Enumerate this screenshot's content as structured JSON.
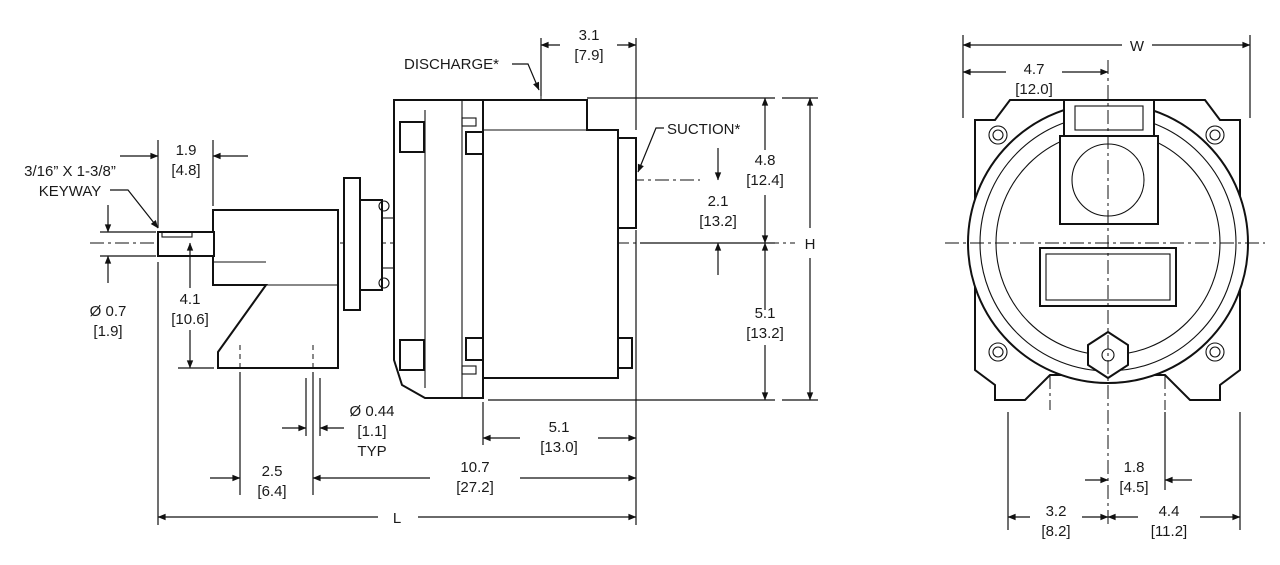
{
  "side_view": {
    "callouts": {
      "discharge": "DISCHARGE*",
      "suction": "SUCTION*",
      "keyway_line1": "3/16” X 1-3/8”",
      "keyway_line2": "KEYWAY"
    },
    "dims": {
      "d_top_width": [
        "3.1",
        "[7.9]"
      ],
      "d_shaft_len": [
        "1.9",
        "[4.8]"
      ],
      "d_upper_h": [
        "4.8",
        "[12.4]"
      ],
      "d_suction_off": [
        "2.1",
        "[13.2]"
      ],
      "d_lower_h": [
        "5.1",
        "[13.2]"
      ],
      "d_shaft_dia": [
        "Ø 0.7",
        "[1.9]"
      ],
      "d_foot_h": [
        "4.1",
        "[10.6]"
      ],
      "d_bolt_hole": [
        "Ø 0.44",
        "[1.1]",
        "TYP"
      ],
      "d_rear_len": [
        "5.1",
        "[13.0]"
      ],
      "d_bolt_sp": [
        "2.5",
        "[6.4]"
      ],
      "d_bolt_to_rear": [
        "10.7",
        "[27.2]"
      ],
      "total_length": "L",
      "total_height": "H"
    }
  },
  "end_view": {
    "dims": {
      "total_width": "W",
      "d_half_w": [
        "4.7",
        "[12.0]"
      ],
      "d_center_off": [
        "1.8",
        "[4.5]"
      ],
      "d_left_foot": [
        "3.2",
        "[8.2]"
      ],
      "d_right_foot": [
        "4.4",
        "[11.2]"
      ]
    }
  }
}
